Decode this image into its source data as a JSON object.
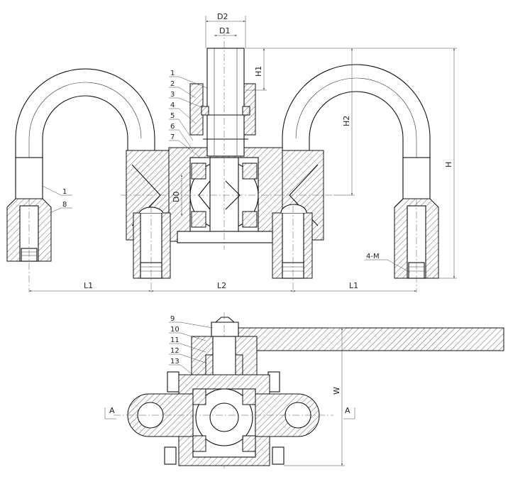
{
  "dimensions": {
    "d2": "D2",
    "d1": "D1",
    "h1": "H1",
    "h2": "H2",
    "h": "H",
    "d0": "D0",
    "l1_left": "L1",
    "l2": "L2",
    "l1_right": "L1",
    "w": "W"
  },
  "callouts_front": [
    "1",
    "2",
    "3",
    "4",
    "5",
    "6",
    "7"
  ],
  "callout_left_1": "1",
  "callout_left_8": "8",
  "callout_thread": "4-M",
  "callouts_section": [
    "9",
    "10",
    "11",
    "12",
    "13"
  ],
  "section_marks": {
    "left": "A",
    "right": "A"
  }
}
